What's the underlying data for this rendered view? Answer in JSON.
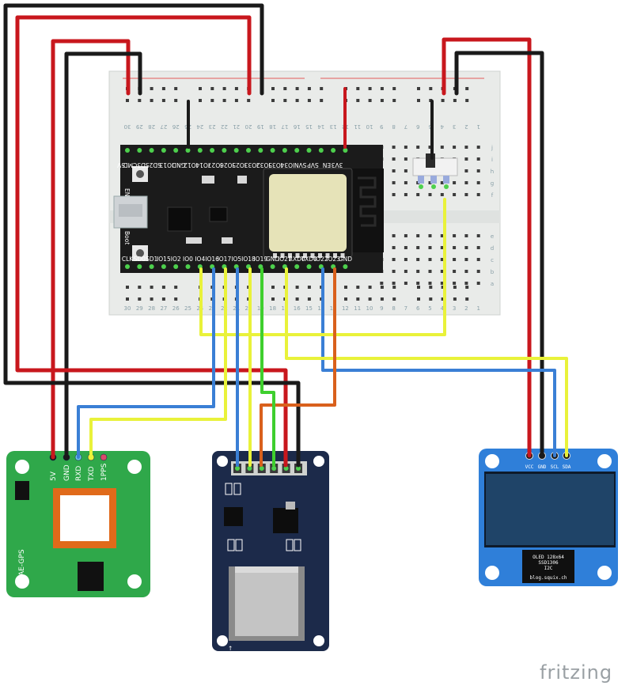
{
  "brand": {
    "watermark": "fritzing"
  },
  "breadboard": {
    "column_numbers": [
      "30",
      "29",
      "28",
      "27",
      "26",
      "25",
      "24",
      "23",
      "22",
      "21",
      "20",
      "19",
      "18",
      "17",
      "16",
      "15",
      "14",
      "13",
      "12",
      "11",
      "10",
      "9",
      "8",
      "7",
      "6",
      "5",
      "4",
      "3",
      "2",
      "1"
    ],
    "row_letters": [
      "j",
      "i",
      "h",
      "g",
      "f",
      "e",
      "d",
      "c",
      "b",
      "a"
    ]
  },
  "esp32": {
    "top_pins": [
      "3V3",
      "EN",
      "SVP",
      "SVN",
      "IO34",
      "IO35",
      "IO32",
      "IO33",
      "IO25",
      "IO26",
      "IO27",
      "IO14",
      "IO12",
      "GND",
      "IO13",
      "SD2",
      "SD3",
      "CMD",
      "5V"
    ],
    "bottom_pins": [
      "CLK",
      "SD0",
      "SD1",
      "IO15",
      "IO2",
      "IO0",
      "IO4",
      "IO16",
      "IO17",
      "IO5",
      "IO18",
      "IO19",
      "GND",
      "IO21",
      "RXD0",
      "TXD0",
      "IO22",
      "IO23",
      "GND"
    ],
    "button_en": "EN",
    "button_boot": "Boot"
  },
  "gps": {
    "pins": [
      "5V",
      "GND",
      "RXD",
      "TXD",
      "1PPS"
    ],
    "name": "AE-GPS"
  },
  "oled": {
    "pins": [
      "VCC",
      "GND",
      "SCL",
      "SDA"
    ],
    "line1": "OLED 128x64",
    "line2": "SSD1306",
    "line3": "I2C",
    "line4": "blog.squix.ch"
  },
  "colors": {
    "red": "#c8171d",
    "black": "#1a1a1a",
    "blue": "#3a7fd5",
    "yellow": "#e9f23a",
    "green": "#3fcf2e",
    "orange": "#d9601c",
    "gps_board": "#2fa84a",
    "sd_board": "#1c2a4a",
    "oled_board": "#2f7fd9",
    "esp_board": "#1b1b1b"
  }
}
